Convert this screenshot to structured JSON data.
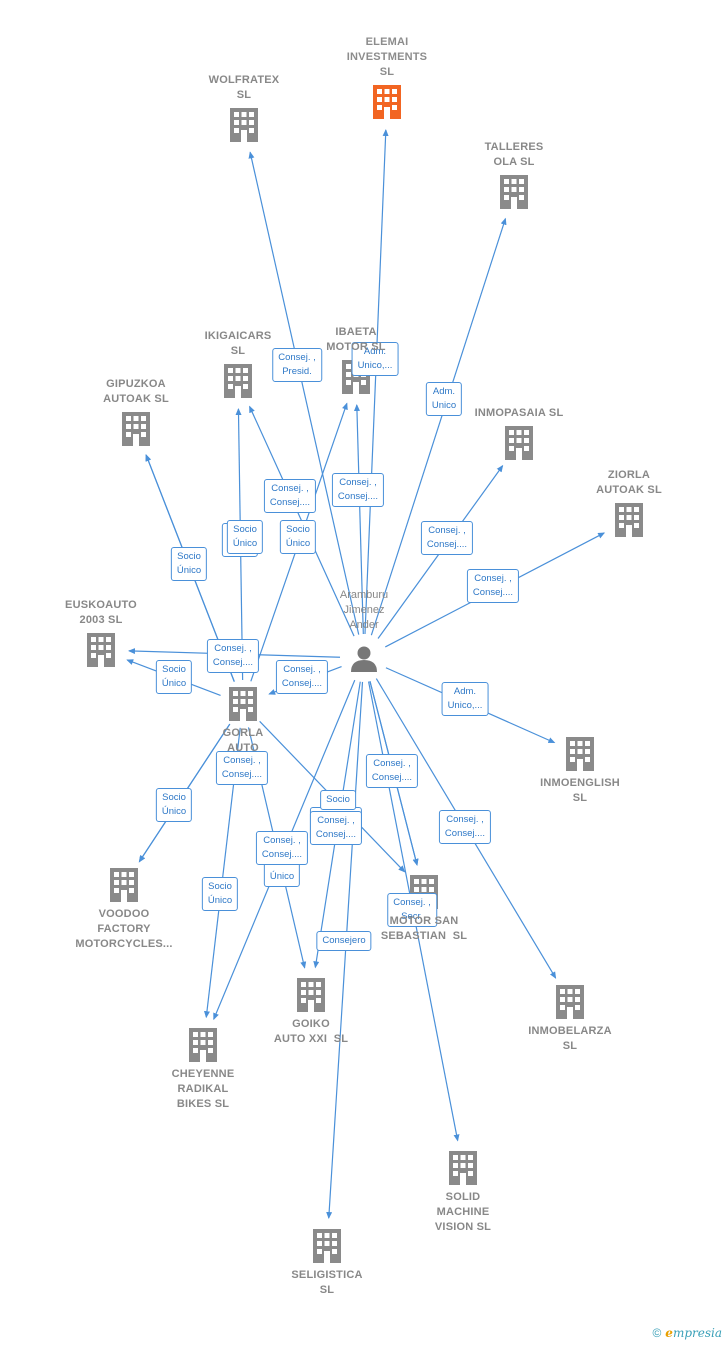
{
  "colors": {
    "edge": "#4a90d9",
    "node": "#8a8a8a",
    "highlight": "#f26522",
    "label": "#888888"
  },
  "center": {
    "name": "Aramburu\nJimenez\nAnder",
    "icon": "person-icon"
  },
  "nodes": [
    {
      "id": "elemai",
      "label": "ELEMAI\nINVESTMENTS\nSL",
      "highlight": true,
      "icon": "building-icon"
    },
    {
      "id": "wolfratex",
      "label": "WOLFRATEX\nSL",
      "icon": "building-icon"
    },
    {
      "id": "talleres",
      "label": "TALLERES\nOLA SL",
      "icon": "building-icon"
    },
    {
      "id": "ikigaicars",
      "label": "IKIGAICARS\nSL",
      "icon": "building-icon"
    },
    {
      "id": "ibaeta",
      "label": "IBAETA\nMOTOR SL",
      "icon": "building-icon"
    },
    {
      "id": "gipuzkoa",
      "label": "GIPUZKOA\nAUTOAK SL",
      "icon": "building-icon"
    },
    {
      "id": "inmopasaia",
      "label": "INMOPASAIA SL",
      "icon": "building-icon"
    },
    {
      "id": "ziorla",
      "label": "ZIORLA\nAUTOAK SL",
      "icon": "building-icon"
    },
    {
      "id": "euskoauto",
      "label": "EUSKOAUTO\n2003 SL",
      "icon": "building-icon"
    },
    {
      "id": "gorla",
      "label": "GORLA\nAUTO",
      "icon": "building-icon"
    },
    {
      "id": "inmoenglish",
      "label": "INMOENGLISH\nSL",
      "icon": "building-icon"
    },
    {
      "id": "voodoo",
      "label": "VOODOO\nFACTORY\nMOTORCYCLES...",
      "icon": "building-icon"
    },
    {
      "id": "motorsan",
      "label": "MOTOR SAN\nSEBASTIAN  SL",
      "icon": "building-icon"
    },
    {
      "id": "goiko",
      "label": "GOIKO\nAUTO XXI  SL",
      "icon": "building-icon"
    },
    {
      "id": "inmobelarza",
      "label": "INMOBELARZA\nSL",
      "icon": "building-icon"
    },
    {
      "id": "cheyenne",
      "label": "CHEYENNE\nRADIKAL\nBIKES SL",
      "icon": "building-icon"
    },
    {
      "id": "solid",
      "label": "SOLID\nMACHINE\nVISION SL",
      "icon": "building-icon"
    },
    {
      "id": "seligistica",
      "label": "SELIGISTICA\nSL",
      "icon": "building-icon"
    }
  ],
  "edges": [
    {
      "from": "center",
      "to": "wolfratex",
      "label": "Consej. ,\nPresid."
    },
    {
      "from": "center",
      "to": "elemai",
      "label": "Adm.\nUnico,..."
    },
    {
      "from": "center",
      "to": "talleres",
      "label": "Adm.\nUnico"
    },
    {
      "from": "center",
      "to": "ibaeta",
      "label": "Consej. ,\nConsej...."
    },
    {
      "from": "center",
      "to": "ikigaicars",
      "label": "Consej. ,\nConsej...."
    },
    {
      "from": "center",
      "to": "inmopasaia",
      "label": "Consej. ,\nConsej...."
    },
    {
      "from": "center",
      "to": "ziorla",
      "label": "Consej. ,\nConsej...."
    },
    {
      "from": "center",
      "to": "gorla",
      "label": "Consej. ,\nConsej...."
    },
    {
      "from": "center",
      "to": "euskoauto",
      "label": "Consej. ,\nConsej...."
    },
    {
      "from": "center",
      "to": "inmoenglish",
      "label": "Adm.\nUnico,..."
    },
    {
      "from": "center",
      "to": "motorsan",
      "label": "Consej. ,\nConsej...."
    },
    {
      "from": "center",
      "to": "motorsan",
      "label": "Consej. ,\nSecr."
    },
    {
      "from": "center",
      "to": "inmobelarza",
      "label": "Consej. ,\nConsej...."
    },
    {
      "from": "center",
      "to": "goiko",
      "label": "Consej. ,\nConsej...."
    },
    {
      "from": "center",
      "to": "seligistica",
      "label": "Consejero"
    },
    {
      "from": "center",
      "to": "solid",
      "label": "Socio"
    },
    {
      "from": "center",
      "to": "cheyenne",
      "label": "Socio\nÚnico"
    },
    {
      "from": "gorla",
      "to": "gipuzkoa",
      "label": "Socio\nÚnico"
    },
    {
      "from": "gorla",
      "to": "ikigaicars",
      "label": "Socio\nÚnico"
    },
    {
      "from": "gorla",
      "to": "ibaeta",
      "label": "Socio\nÚnico"
    },
    {
      "from": "gorla",
      "to": "euskoauto",
      "label": "Socio\nÚnico"
    },
    {
      "from": "gorla",
      "to": "voodoo",
      "label": "Socio\nÚnico"
    },
    {
      "from": "gorla",
      "to": "cheyenne",
      "label": "Socio\nÚnico"
    },
    {
      "from": "gorla",
      "to": "goiko",
      "label": "Consej. ,\nConsej...."
    },
    {
      "from": "gorla",
      "to": "voodoo",
      "label": "Consej. ,\nConsej...."
    },
    {
      "from": "gorla",
      "to": "motorsan",
      "label": "Consej. ,\nConsej...."
    },
    {
      "from": "gorla",
      "to": "gipuzkoa",
      "label": "Socio\nÚnico"
    }
  ],
  "branding": {
    "copyright": "©",
    "e": "e",
    "rest": "mpresia"
  }
}
